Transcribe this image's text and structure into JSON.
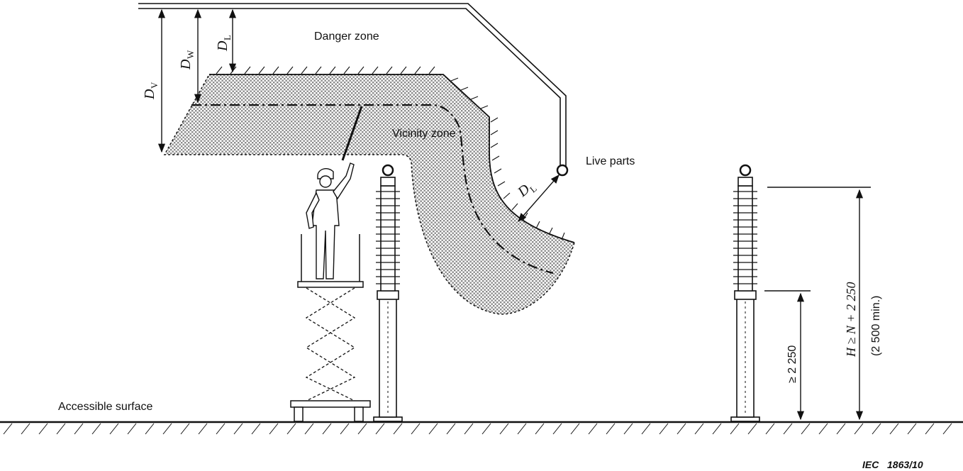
{
  "labels": {
    "danger_zone": "Danger zone",
    "vicinity_zone": "Vicinity zone",
    "live_parts": "Live parts",
    "accessible_surface": "Accessible surface",
    "height_min": "≥ 2 250",
    "height_formula": "H ≥ N + 2 250",
    "height_formula_min": "(2 500 min.)",
    "figure_ref": "IEC   1863/10"
  },
  "dims": {
    "dv": {
      "letter": "D",
      "sub": "V"
    },
    "dw": {
      "letter": "D",
      "sub": "W"
    },
    "dl_top": {
      "letter": "D",
      "sub": "L"
    },
    "dl_right": {
      "letter": "D",
      "sub": "L"
    }
  }
}
